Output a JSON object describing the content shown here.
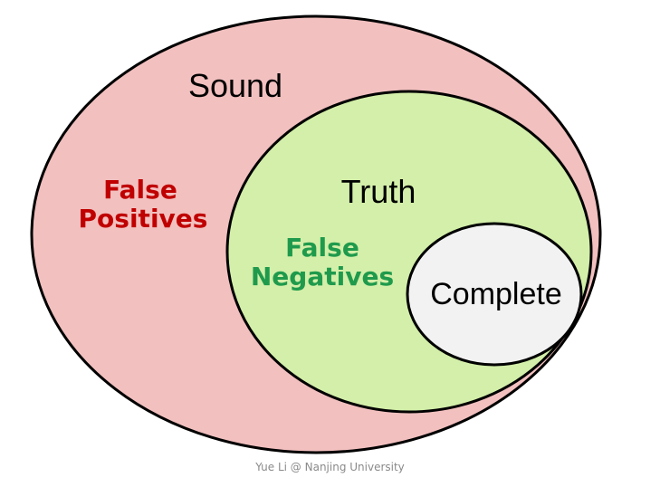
{
  "diagram": {
    "sets": {
      "sound": {
        "label": "Sound",
        "fill": "#f2c0bf"
      },
      "truth": {
        "label": "Truth",
        "fill": "#d3efa9"
      },
      "complete": {
        "label": "Complete",
        "fill": "#f2f2f2"
      }
    },
    "annotations": {
      "false_positives": {
        "lines": [
          "False",
          "Positives"
        ],
        "color": "#c00000"
      },
      "false_negatives": {
        "lines": [
          "False",
          "Negatives"
        ],
        "color": "#1f9a4c"
      }
    },
    "stroke_color": "#000000"
  },
  "footer": {
    "credit": "Yue Li @ Nanjing University"
  }
}
